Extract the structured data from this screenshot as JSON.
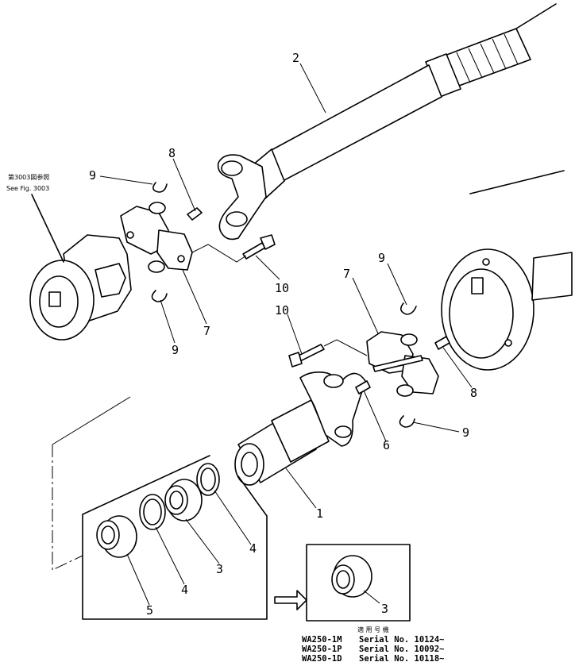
{
  "reference": {
    "line1": "第3003図参照",
    "line2": "See Fig. 3003"
  },
  "callouts": [
    "2",
    "8",
    "9",
    "10",
    "7",
    "9",
    "9",
    "7",
    "10",
    "8",
    "6",
    "9",
    "1",
    "4",
    "3",
    "4",
    "5",
    "3"
  ],
  "applicable": {
    "heading": "適 用 号 機",
    "rows": [
      {
        "model": "WA250-1M",
        "serial": "Serial No. 10124~"
      },
      {
        "model": "WA250-1P",
        "serial": "Serial No. 10092~"
      },
      {
        "model": "WA250-1D",
        "serial": "Serial No. 10118~"
      }
    ]
  }
}
